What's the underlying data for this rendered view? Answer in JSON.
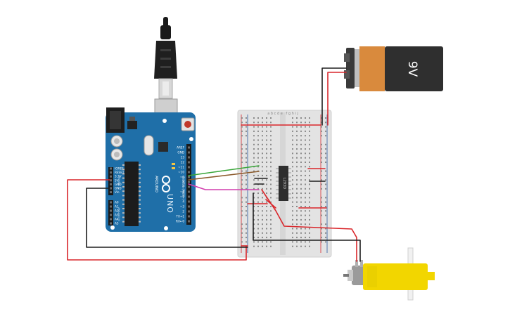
{
  "battery": {
    "label": "9V",
    "colors": {
      "top": "#d98a3d",
      "body": "#2f2f2f",
      "terminal": "#3a3a3a"
    }
  },
  "arduino": {
    "board_color": "#1f6fa8",
    "brand": "ARDUINO",
    "model": "UNO",
    "digital_label": "DIGITAL (PWM~)",
    "analog_label": "ANALOG IN",
    "power_label": "POWER",
    "power_pins": [
      "IOREF",
      "RESET",
      "3.3V",
      "5V",
      "GND",
      "GND",
      "Vin"
    ],
    "analog_pins": [
      "A0",
      "A1",
      "A2",
      "A3",
      "A4",
      "A5"
    ],
    "digital_pins": [
      "AREF",
      "GND",
      "13",
      "12",
      "~11",
      "~10",
      "~9",
      "8",
      "7",
      "~6",
      "~5",
      "4",
      "~3",
      "2",
      "TX→1",
      "RX←0"
    ]
  },
  "breadboard": {
    "column_letters": "a b c d e   f g h i j",
    "color": "#e3e3e3"
  },
  "chip": {
    "label": "L293D",
    "color": "#2e2e2e"
  },
  "motor": {
    "colors": {
      "gearbox": "#f2d600",
      "can": "#9a9a9a"
    }
  },
  "wire_colors": {
    "red": "#d9262b",
    "black": "#1e1e1e",
    "green": "#3aa63a",
    "brown": "#8b5a2b",
    "magenta": "#d23fae"
  }
}
